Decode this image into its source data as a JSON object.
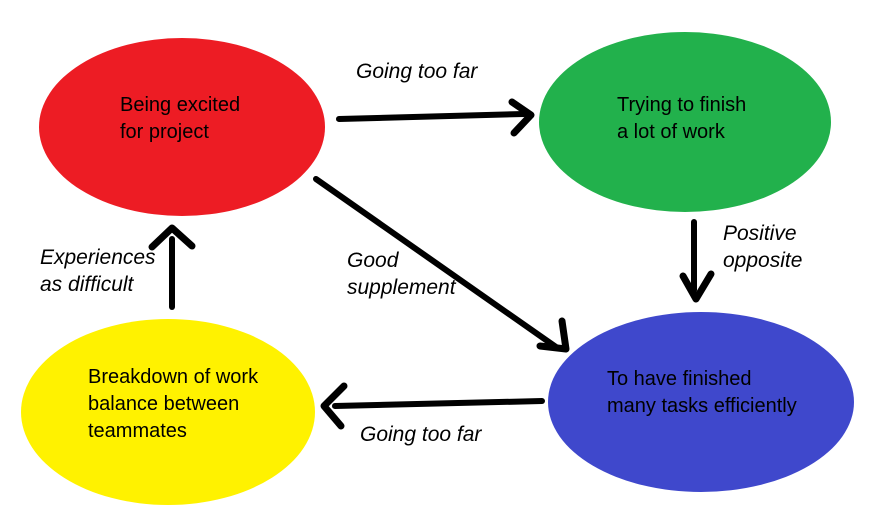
{
  "canvas": {
    "background": "#FFFFFF"
  },
  "colors": {
    "arrow": "#000000",
    "text": "#000000"
  },
  "nodes": {
    "excited": {
      "label": "Being excited\nfor project",
      "color": "#ED1C24"
    },
    "trying": {
      "label": "Trying to finish\na lot of work",
      "color": "#22B14C"
    },
    "finished": {
      "label": "To have finished\nmany tasks efficiently",
      "color": "#3F48CC"
    },
    "breakdown": {
      "label": "Breakdown of work\nbalance between\nteammates",
      "color": "#FFF200"
    }
  },
  "edges": {
    "excited_to_trying": {
      "label": "Going too far"
    },
    "trying_to_finished": {
      "label": "Positive\nopposite"
    },
    "excited_to_finished": {
      "label": "Good\nsupplement"
    },
    "finished_to_breakdown": {
      "label": "Going too far"
    },
    "breakdown_to_excited": {
      "label": "Experiences\nas difficult"
    }
  }
}
